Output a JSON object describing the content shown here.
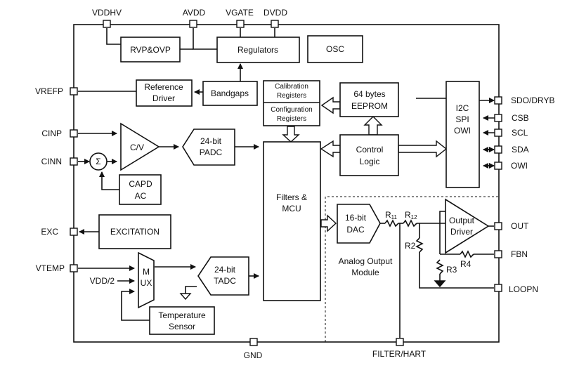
{
  "pins": {
    "vddhv": "VDDHV",
    "avdd": "AVDD",
    "vgate": "VGATE",
    "dvdd": "DVDD",
    "vrefp": "VREFP",
    "cinp": "CINP",
    "cinn": "CINN",
    "exc": "EXC",
    "vtemp": "VTEMP",
    "vdd2": "VDD/2",
    "gnd": "GND",
    "filter_hart": "FILTER/HART",
    "sdo_dryb": "SDO/DRYB",
    "csb": "CSB",
    "scl": "SCL",
    "sda": "SDA",
    "owi": "OWI",
    "out": "OUT",
    "fbn": "FBN",
    "loopn": "LOOPN"
  },
  "blocks": {
    "rvp_ovp": "RVP&OVP",
    "regulators": "Regulators",
    "osc": "OSC",
    "reference_driver": [
      "Reference",
      "Driver"
    ],
    "bandgaps": "Bandgaps",
    "calibration_registers": [
      "Calibration",
      "Registers"
    ],
    "configuration_registers": [
      "Configuration",
      "Registers"
    ],
    "eeprom": [
      "64 bytes",
      "EEPROM"
    ],
    "interface": [
      "I2C",
      "SPI",
      "OWI"
    ],
    "cv": "C/V",
    "padc": [
      "24-bit",
      "PADC"
    ],
    "sum": "Σ",
    "capd_ac": [
      "CAPD",
      "AC"
    ],
    "filters_mcu": [
      "Filters &",
      "MCU"
    ],
    "control_logic": [
      "Control",
      "Logic"
    ],
    "dac": [
      "16-bit",
      "DAC"
    ],
    "output_driver": [
      "Output",
      "Driver"
    ],
    "excitation": "EXCITATION",
    "mux": [
      "M",
      "UX"
    ],
    "tadc": [
      "24-bit",
      "TADC"
    ],
    "temperature_sensor": [
      "Temperature",
      "Sensor"
    ],
    "analog_output_module": [
      "Analog Output",
      "Module"
    ]
  },
  "components": {
    "r11": "R",
    "r11_sub": "11",
    "r12": "R",
    "r12_sub": "12",
    "r2": "R2",
    "r3": "R3",
    "r4": "R4"
  }
}
